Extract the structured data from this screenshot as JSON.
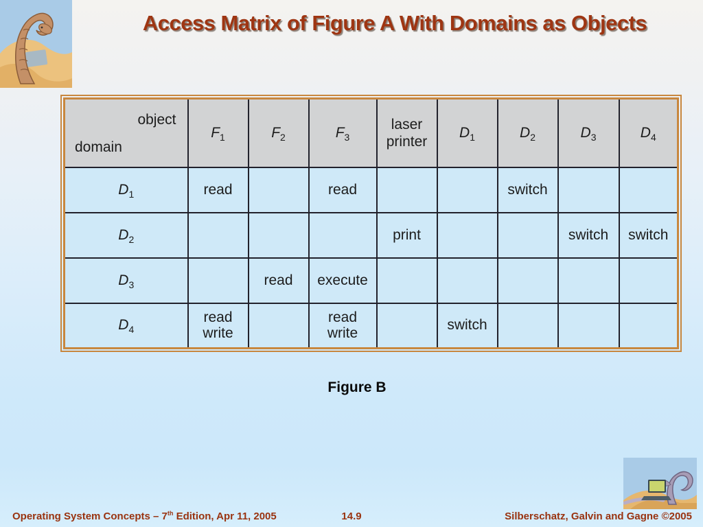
{
  "slide": {
    "title": "Access Matrix of Figure A With Domains as Objects",
    "figure_caption": "Figure B"
  },
  "matrix": {
    "corner": {
      "top_label": "object",
      "bottom_label": "domain"
    },
    "columns": [
      {
        "base": "F",
        "sub": "1"
      },
      {
        "base": "F",
        "sub": "2"
      },
      {
        "base": "F",
        "sub": "3"
      },
      {
        "base": "laser printer",
        "sub": ""
      },
      {
        "base": "D",
        "sub": "1"
      },
      {
        "base": "D",
        "sub": "2"
      },
      {
        "base": "D",
        "sub": "3"
      },
      {
        "base": "D",
        "sub": "4"
      }
    ],
    "rows": [
      {
        "label": {
          "base": "D",
          "sub": "1"
        },
        "cells": [
          "read",
          "",
          "read",
          "",
          "",
          "switch",
          "",
          ""
        ]
      },
      {
        "label": {
          "base": "D",
          "sub": "2"
        },
        "cells": [
          "",
          "",
          "",
          "print",
          "",
          "",
          "switch",
          "switch"
        ]
      },
      {
        "label": {
          "base": "D",
          "sub": "3"
        },
        "cells": [
          "",
          "read",
          "execute",
          "",
          "",
          "",
          "",
          ""
        ]
      },
      {
        "label": {
          "base": "D",
          "sub": "4"
        },
        "cells": [
          "read\nwrite",
          "",
          "read\nwrite",
          "",
          "switch",
          "",
          "",
          ""
        ]
      }
    ]
  },
  "footer": {
    "left_pre": "Operating System Concepts – 7",
    "left_sup": "th",
    "left_post": " Edition, Apr 11, 2005",
    "page_number": "14.9",
    "right": "Silberschatz, Galvin and Gagne ©2005"
  },
  "logos": {
    "top_left": "dinosaur-reading-illustration",
    "bottom_right": "dinosaur-laptop-illustration"
  },
  "colors": {
    "title_text": "#9e3512",
    "footer_text": "#993310",
    "table_frame": "#c8873e",
    "header_cell_bg": "#d2d3d4",
    "body_cell_bg": "#cfe9f8",
    "grid_line": "#21212b"
  }
}
